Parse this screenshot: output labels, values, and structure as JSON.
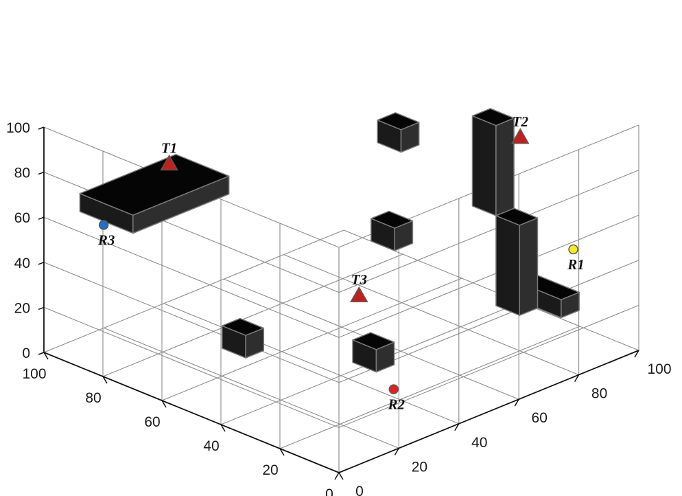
{
  "chart_data": {
    "type": "scatter3d",
    "x_ticks": [
      "0",
      "20",
      "40",
      "60",
      "80",
      "100"
    ],
    "y_ticks": [
      "0",
      "20",
      "40",
      "60",
      "80",
      "100"
    ],
    "z_ticks": [
      "0",
      "20",
      "40",
      "60",
      "80",
      "100"
    ],
    "xlim": [
      0,
      100
    ],
    "ylim": [
      0,
      100
    ],
    "zlim": [
      0,
      100
    ],
    "grid": true,
    "markers": [
      {
        "label": "T1",
        "shape": "triangle",
        "color": "#c0201e",
        "x": 86,
        "y": 28,
        "z": 76
      },
      {
        "label": "T2",
        "shape": "triangle",
        "color": "#c0201e",
        "x": 30,
        "y": 90,
        "z": 84
      },
      {
        "label": "T3",
        "shape": "triangle",
        "color": "#c0201e",
        "x": 44,
        "y": 50,
        "z": 28
      },
      {
        "label": "R1",
        "shape": "circle",
        "color": "#f4ea2a",
        "x": 10,
        "y": 88,
        "z": 46
      },
      {
        "label": "R2",
        "shape": "circle",
        "color": "#e02222",
        "x": 16,
        "y": 34,
        "z": 10
      },
      {
        "label": "R3",
        "shape": "circle",
        "color": "#1f6fc4",
        "x": 96,
        "y": 16,
        "z": 50
      }
    ],
    "obstacles": [
      {
        "shape": "box",
        "x": [
          82,
          100
        ],
        "y": [
          12,
          44
        ],
        "z": [
          56,
          64
        ]
      },
      {
        "shape": "box",
        "x": [
          44,
          52
        ],
        "y": [
          64,
          70
        ],
        "z": [
          84,
          94
        ]
      },
      {
        "shape": "box",
        "x": [
          36,
          44
        ],
        "y": [
          54,
          60
        ],
        "z": [
          50,
          60
        ]
      },
      {
        "shape": "box",
        "x": [
          24,
          32
        ],
        "y": [
          76,
          82
        ],
        "z": [
          60,
          100
        ]
      },
      {
        "shape": "box",
        "x": [
          16,
          24
        ],
        "y": [
          76,
          82
        ],
        "z": [
          20,
          60
        ]
      },
      {
        "shape": "box",
        "x": [
          8,
          24
        ],
        "y": [
          82,
          88
        ],
        "z": [
          20,
          28
        ]
      },
      {
        "shape": "box",
        "x": [
          56,
          64
        ],
        "y": [
          24,
          30
        ],
        "z": [
          8,
          18
        ]
      },
      {
        "shape": "box",
        "x": [
          28,
          36
        ],
        "y": [
          40,
          46
        ],
        "z": [
          8,
          18
        ]
      }
    ],
    "colors": {
      "obstacle_top": "#050505",
      "obstacle_left": "#1a1a1a",
      "obstacle_right": "#2e2e2e",
      "marker_outline": "#5a5a5a"
    }
  }
}
